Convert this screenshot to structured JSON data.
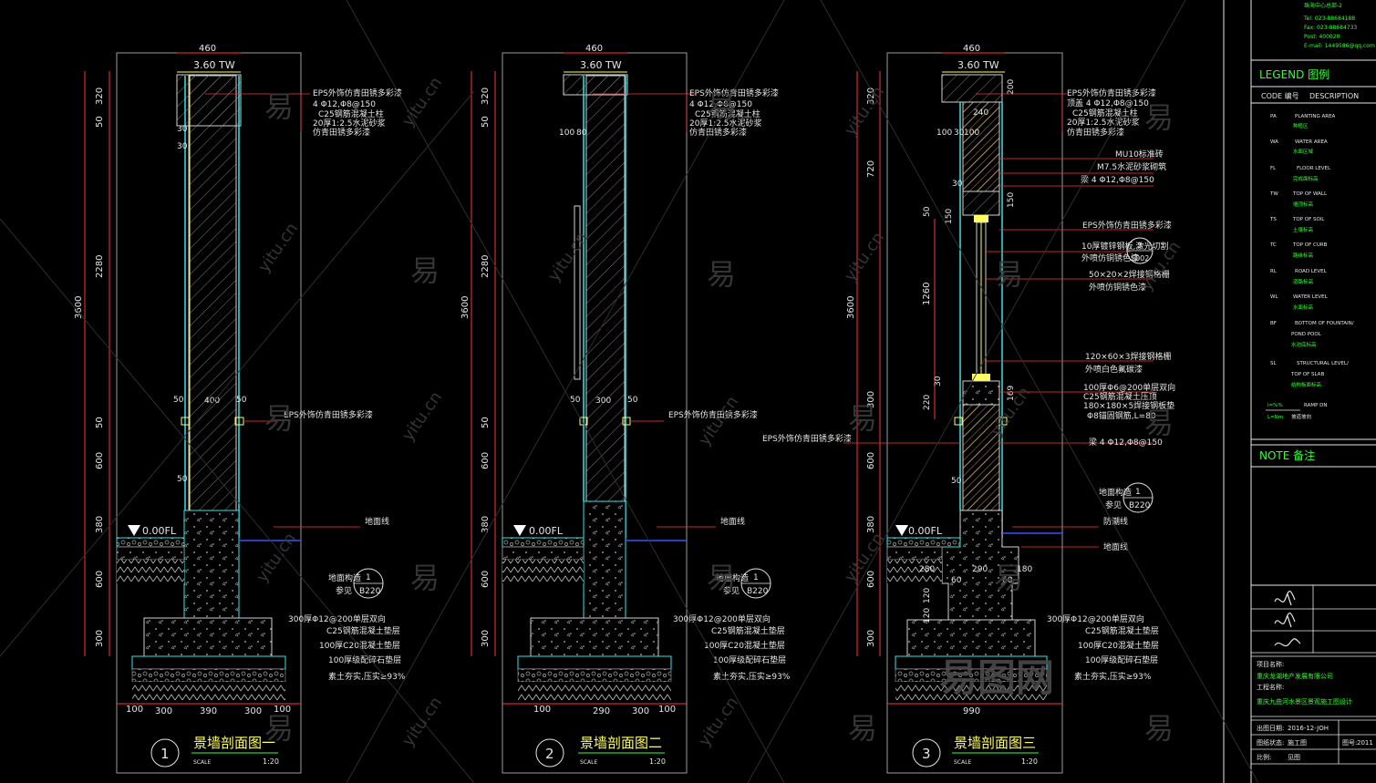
{
  "sections": [
    {
      "num": "1",
      "title": "景墙剖面图一",
      "scale_label": "SCALE",
      "scale": "1:20",
      "top_dim": "460",
      "tw": "3.60 TW",
      "fl": "0.00FL",
      "left_dims": [
        "320",
        "50",
        "2280",
        "50",
        "600",
        "380",
        "600",
        "300"
      ],
      "total_dim": "3600",
      "bottom_dims": [
        "100",
        "300",
        "390",
        "300",
        "100"
      ],
      "mid_dims": [
        "50",
        "400",
        "50"
      ],
      "top_notes": [
        "EPS外饰仿青田锈多彩漆",
        "4 Φ12,Φ8@150",
        "C25钢筋混凝土柱",
        "20厚1:2.5水泥砂浆",
        "仿青田锈多彩漆"
      ],
      "mid_note": "EPS外饰仿青田锈多彩漆",
      "ground_label": "地面线",
      "ref_label": "地面构造",
      "ref_num": "1",
      "ref_sheet": "B220",
      "ref_see": "参见",
      "base_notes": [
        "300厚Φ12@200单层双向",
        "C25钢筋混凝土垫层",
        "100厚C20混凝土垫层",
        "100厚级配碎石垫层",
        "素土夯实,压实≥93%"
      ],
      "small_dims": [
        "30",
        "30",
        "50"
      ]
    },
    {
      "num": "2",
      "title": "景墙剖面图二",
      "scale_label": "SCALE",
      "scale": "1:20",
      "top_dim": "460",
      "tw": "3.60 TW",
      "fl": "0.00FL",
      "left_dims": [
        "320",
        "50",
        "2280",
        "50",
        "600",
        "380",
        "600",
        "300"
      ],
      "total_dim": "3600",
      "bottom_dims": [
        "100",
        "290",
        "300",
        "100"
      ],
      "mid_dims": [
        "50",
        "300",
        "50"
      ],
      "top_notes": [
        "EPS外饰仿青田锈多彩漆",
        "4 Φ12,Φ8@150",
        "C25钢筋混凝土柱",
        "20厚1:2.5水泥砂浆",
        "仿青田锈多彩漆"
      ],
      "mid_note": "EPS外饰仿青田锈多彩漆",
      "ground_label": "地面线",
      "ref_label": "地面构造",
      "ref_num": "1",
      "ref_sheet": "B220",
      "ref_see": "参见",
      "base_notes": [
        "300厚Φ12@200单层双向",
        "C25钢筋混凝土垫层",
        "100厚C20混凝土垫层",
        "100厚级配碎石垫层",
        "素土夯实,压实≥93%"
      ],
      "small_dims": [
        "100",
        "80"
      ]
    },
    {
      "num": "3",
      "title": "景墙剖面图三",
      "scale_label": "SCALE",
      "scale": "1:20",
      "top_dim": "460",
      "tw": "3.60 TW",
      "fl": "0.00FL",
      "left_dims": [
        "320",
        "720",
        "1260",
        "300",
        "600",
        "380",
        "600",
        "300"
      ],
      "total_dim": "3600",
      "bottom_dims": [
        "990"
      ],
      "mid_dims": [
        "280",
        "60",
        "290",
        "60",
        "180"
      ],
      "top_notes": [
        "EPS外饰仿青田锈多彩漆",
        "顶盖 4 Φ12,Φ8@150",
        "C25钢筋混凝土柱",
        "20厚1:2.5水泥砂浆",
        "仿青田锈多彩漆"
      ],
      "upper_notes": [
        "MU10标准砖",
        "M7.5水泥砂浆砌筑",
        "梁 4 Φ12,Φ8@150",
        "EPS外饰仿青田锈多彩漆",
        "10厚镀锌钢板,激光切割",
        "外喷仿铜锈色漆",
        "50×20×2焊接钢格栅",
        "外喷仿铜锈色漆",
        "120×60×3焊接钢格栅",
        "外喷白色氟碳漆",
        "100厚Φ6@200单层双向",
        "C25钢筋混凝土压顶",
        "180×180×5焊接钢板垫",
        "Φ8锚固钢筋,L=80",
        "梁 4 Φ12,Φ8@150"
      ],
      "mid_note": "EPS外饰仿青田锈多彩漆",
      "ground_label": "地面线",
      "water_label": "防潮线",
      "ref_label": "地面构造",
      "ref_num": "1",
      "ref_sheet": "B220",
      "ref_see": "参见",
      "detail_num": "3",
      "detail_sheet": "S002",
      "base_notes": [
        "300厚Φ12@200单层双向",
        "C25钢筋混凝土垫层",
        "100厚C20混凝土垫层",
        "100厚级配碎石垫层",
        "素土夯实,压实≥93%"
      ],
      "small_dims": [
        "200",
        "240",
        "100",
        "30",
        "100",
        "150",
        "30",
        "150",
        "50",
        "30",
        "220",
        "169",
        "50",
        "120",
        "120"
      ]
    }
  ],
  "legend": {
    "header": "LEGEND 图例",
    "code_col": "CODE 编号",
    "desc_col": "DESCRIPTION",
    "items": [
      {
        "code": "PA",
        "en": "PLANTING AREA",
        "cn": "种植区"
      },
      {
        "code": "WA",
        "en": "WATER AREA",
        "cn": "水面区域"
      },
      {
        "code": "FL",
        "en": "FLOOR LEVEL",
        "cn": "完成面标高"
      },
      {
        "code": "TW",
        "en": "TOP OF WALL",
        "cn": "墙顶标高"
      },
      {
        "code": "TS",
        "en": "TOP OF SOIL",
        "cn": "土壤标高"
      },
      {
        "code": "TC",
        "en": "TOP OF CURB",
        "cn": "路缘标高"
      },
      {
        "code": "RL",
        "en": "ROAD LEVEL",
        "cn": "道路标高"
      },
      {
        "code": "WL",
        "en": "WATER LEVEL",
        "cn": "水面标高"
      },
      {
        "code": "BF",
        "en": "BOTTOM OF FOUNTAIN/",
        "en2": "POND POOL",
        "cn": "水池底标高"
      },
      {
        "code": "SL",
        "en": "STRUCTURAL LEVEL/",
        "en2": "TOP OF SLAB",
        "cn": "结构板面标高"
      }
    ],
    "ramp": "RAMP DN",
    "ramp_i": "i=%%",
    "ramp_l": "L=Nm",
    "ramp_cn": "坡道坡向"
  },
  "note_header": "NOTE 备注",
  "company_lines": [
    "珠海中心总部-2",
    "Tel: 023-88684188",
    "Fax: 023-88684733",
    "Post: 400020",
    "E-mail: 1449586@qq.com"
  ],
  "titleblock": {
    "project_label": "项目名称:",
    "project": "重庆龙湖地产发展有限公司",
    "work_label": "工程名称:",
    "work": "重庆九曲河水景区景观施工图设计",
    "date_label": "出图日期:",
    "date": "2016-12-JOH",
    "stage_label": "图纸状态:",
    "stage": "施工图",
    "ratio_label": "比例:",
    "ratio": "见图",
    "num_label": "图号:",
    "num": "2011"
  },
  "watermark": {
    "brand": "易图网",
    "site": "yitu.cn",
    "glyph": "易"
  }
}
